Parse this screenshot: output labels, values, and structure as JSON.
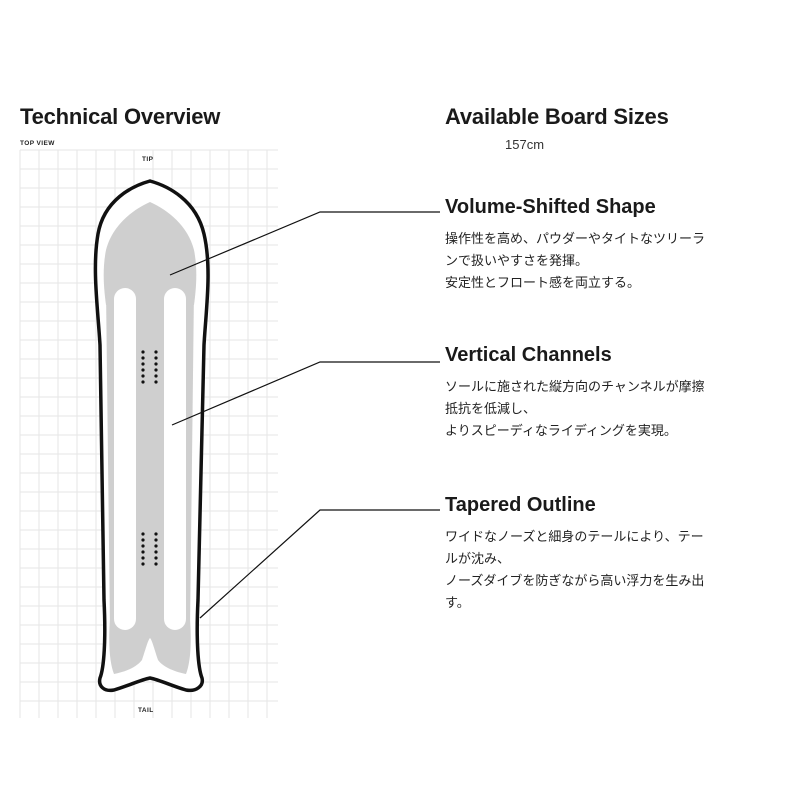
{
  "overview": {
    "title": "Technical Overview",
    "view_label": "TOP VIEW",
    "tip_label": "TIP",
    "tail_label": "TAIL"
  },
  "sizes": {
    "title": "Available Board Sizes",
    "value": "157cm"
  },
  "features": [
    {
      "title": "Volume-Shifted Shape",
      "lines": [
        "操作性を高め、パウダーやタイトなツリーラ",
        "ンで扱いやすさを発揮。",
        "安定性とフロート感を両立する。"
      ]
    },
    {
      "title": "Vertical Channels",
      "lines": [
        "ソールに施された縦方向のチャンネルが摩擦",
        "抵抗を低減し、",
        "よりスピーディなライディングを実現。"
      ]
    },
    {
      "title": "Tapered Outline",
      "lines": [
        "ワイドなノーズと細身のテールにより、テー",
        "ルが沈み、",
        "ノーズダイブを防ぎながら高い浮力を生み出",
        "す。"
      ]
    }
  ],
  "colors": {
    "outline": "#111111",
    "base_fill": "#cfcfcf",
    "channel_fill": "#ffffff",
    "grid": "#e6e6e6"
  }
}
